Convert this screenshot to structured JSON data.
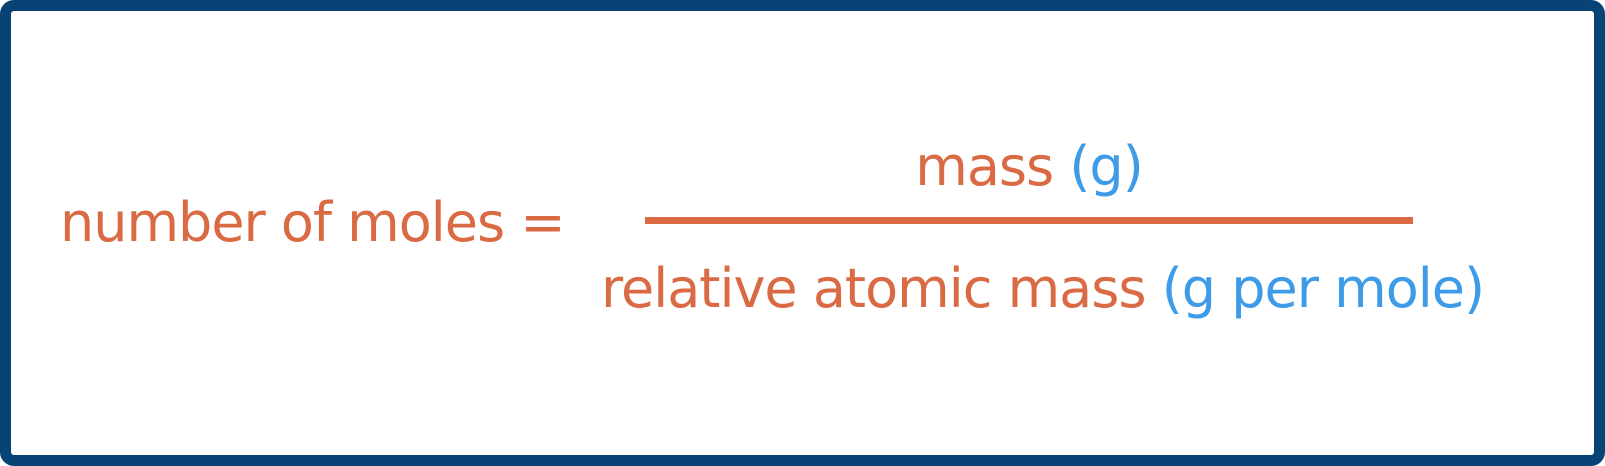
{
  "formula": {
    "lhs": "number of moles",
    "equals": "=",
    "numerator": {
      "term": "mass",
      "unit": "(g)"
    },
    "denominator": {
      "term": "relative atomic mass",
      "unit": "(g per mole)"
    }
  },
  "colors": {
    "border": "#084375",
    "term": "#D96A44",
    "unit": "#3E9BE8",
    "background": "#FFFFFF"
  }
}
